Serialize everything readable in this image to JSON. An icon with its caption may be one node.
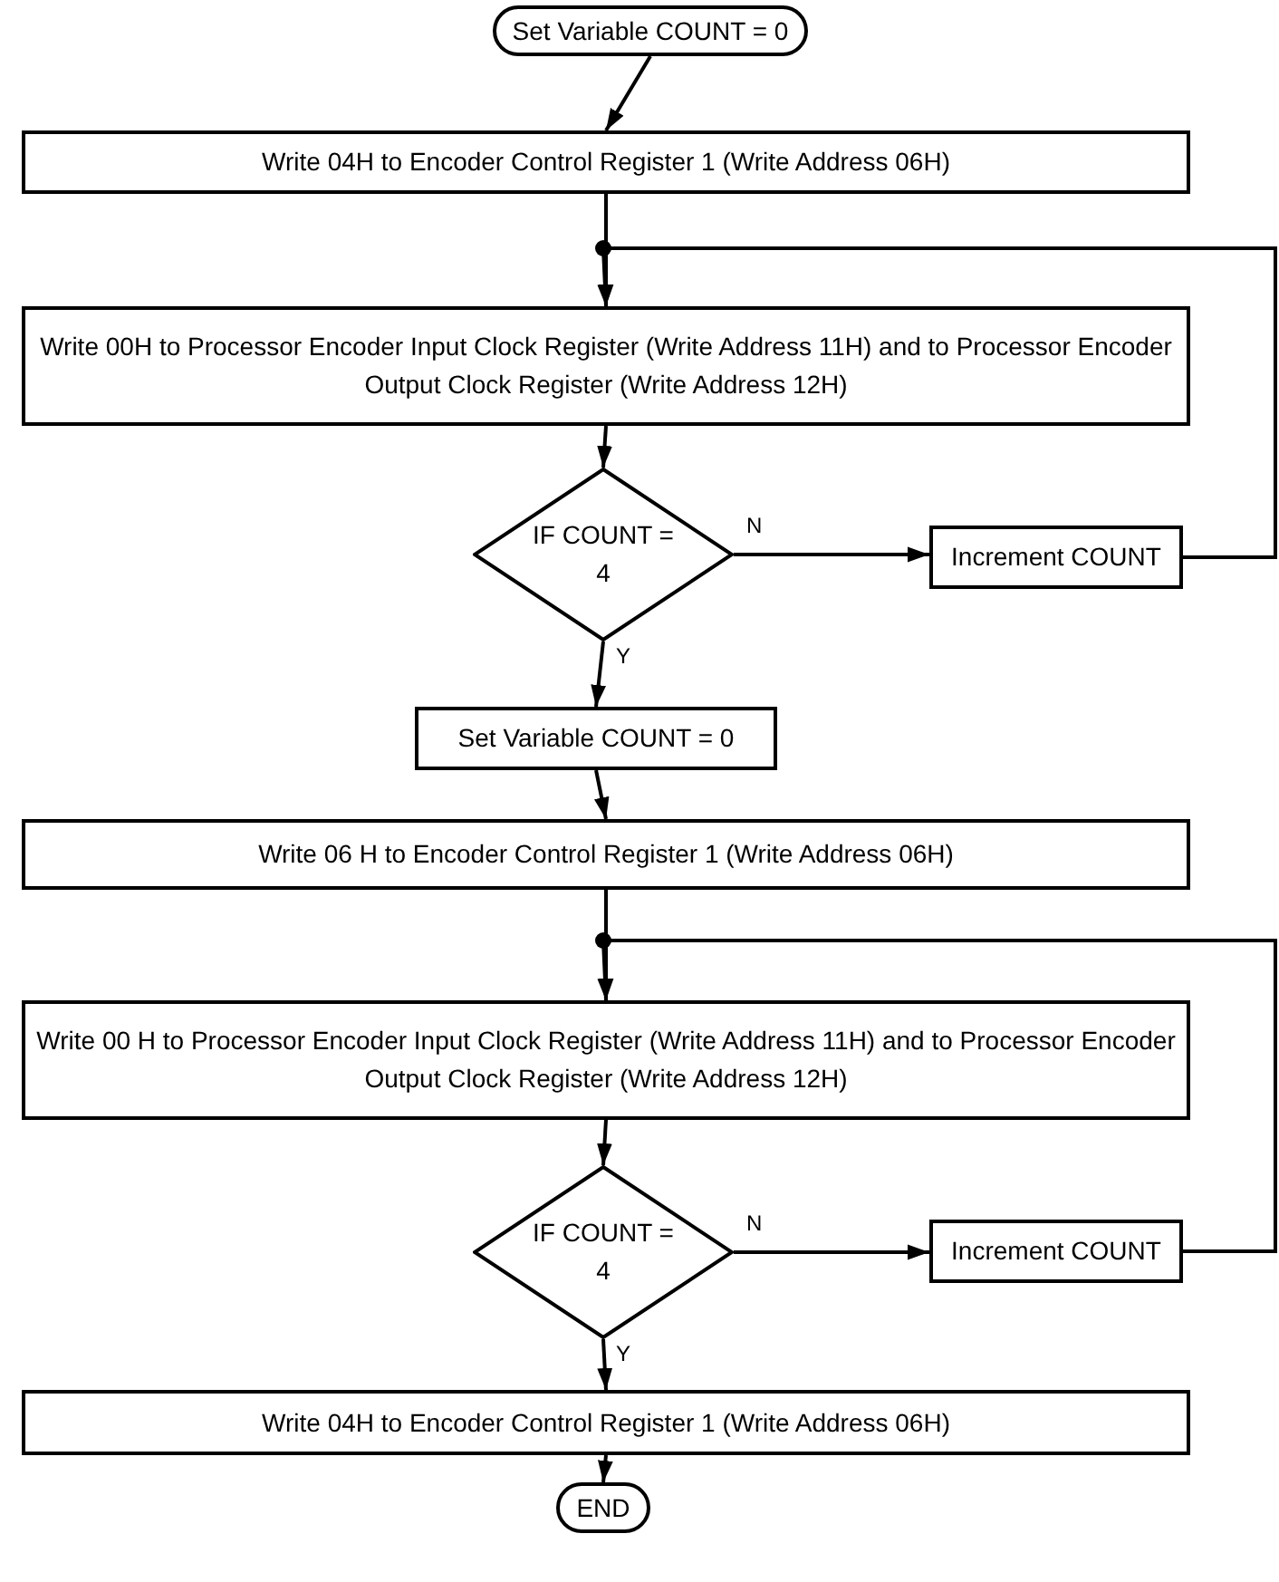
{
  "diagram": {
    "nodes": [
      {
        "text": [
          "Set Variable COUNT = 0"
        ]
      },
      {
        "text": [
          "Write 04H to Encoder Control Register 1 (Write Address 06H)"
        ]
      },
      {
        "text": [
          "Write 00H to Processor Encoder Input Clock Register (Write Address 11H) and to Processor Encoder Output Clock Register (Write Address 12H)"
        ]
      },
      {
        "text": [
          "IF COUNT = 4"
        ]
      },
      {
        "text": [
          "Increment COUNT"
        ]
      },
      {
        "text": [
          "Set Variable COUNT = 0"
        ]
      },
      {
        "text": [
          "Write 06 H to Encoder Control Register 1 (Write Address 06H)"
        ]
      },
      {
        "text": [
          "Write 00 H to Processor Encoder Input Clock Register (Write Address 11H) and to Processor Encoder Output Clock Register (Write Address 12H)"
        ]
      },
      {
        "text": [
          "IF COUNT = 4"
        ]
      },
      {
        "text": [
          "Increment COUNT"
        ]
      },
      {
        "text": [
          "Write 04H to Encoder Control Register 1 (Write Address 06H)"
        ]
      },
      {
        "text": [
          "END"
        ]
      }
    ],
    "edges": [
      {
        "from": 0,
        "to": 1,
        "arrow": "to"
      },
      {
        "from": 1,
        "to": 2,
        "arrow": "to"
      },
      {
        "from": 2,
        "to": 3,
        "arrow": "to"
      },
      {
        "from": 3,
        "to": 4,
        "arrow": "to",
        "label": "N"
      },
      {
        "from": 3,
        "to": 5,
        "arrow": "to",
        "label": "Y"
      },
      {
        "from": 4,
        "to": 2,
        "arrow": "to"
      },
      {
        "from": 5,
        "to": 6,
        "arrow": "to"
      },
      {
        "from": 6,
        "to": 7,
        "arrow": "to"
      },
      {
        "from": 7,
        "to": 8,
        "arrow": "to"
      },
      {
        "from": 8,
        "to": 9,
        "arrow": "to",
        "label": "N"
      },
      {
        "from": 8,
        "to": 10,
        "arrow": "to",
        "label": "Y"
      },
      {
        "from": 9,
        "to": 7,
        "arrow": "to"
      },
      {
        "from": 10,
        "to": 11,
        "arrow": "to"
      }
    ]
  }
}
